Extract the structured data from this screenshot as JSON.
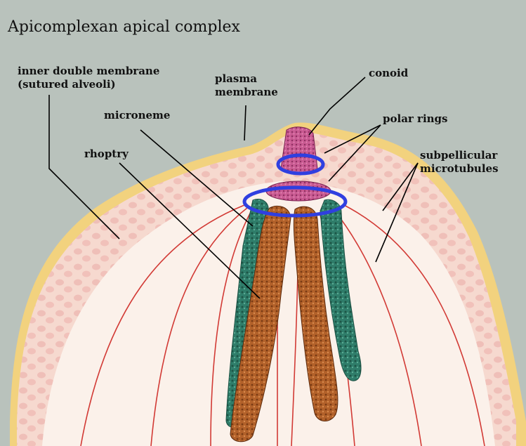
{
  "title": "Apicomplexan apical complex",
  "labels": {
    "inner_membrane_line1": "inner double membrane",
    "inner_membrane_line2": "(sutured alveoli)",
    "plasma_line1": "plasma",
    "plasma_line2": "membrane",
    "conoid": "conoid",
    "microneme": "microneme",
    "polar_rings": "polar rings",
    "rhoptry": "rhoptry",
    "subpellicular_line1": "subpellicular",
    "subpellicular_line2": "microtubules"
  },
  "colors": {
    "background": "#b9c2bc",
    "plasma_membrane": "#f2d27e",
    "alveoli_zone": "#f6d9cf",
    "cytoplasm": "#fbf1ea",
    "polar_ring": "#2f3fe0",
    "conoid": "#c95a92",
    "rhoptry": "#b5632a",
    "microneme": "#2f7d6a",
    "microtubule": "#d23a35"
  }
}
